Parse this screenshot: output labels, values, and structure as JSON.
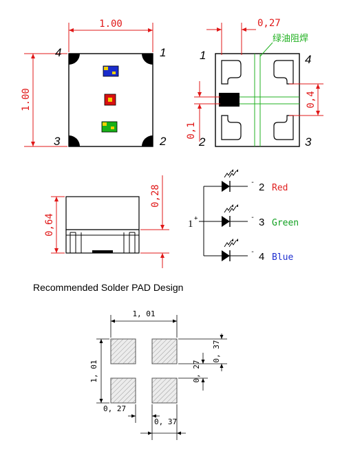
{
  "top_view": {
    "width_dim": "1.00",
    "height_dim": "1.00",
    "pin_labels": [
      "4",
      "1",
      "3",
      "2"
    ]
  },
  "bottom_view": {
    "pitch_dim": "0,27",
    "mask_label": "绿油阻焊",
    "pad_dim": "0,4",
    "gap_dim": "0,1",
    "pin_labels": [
      "1",
      "4",
      "2",
      "3"
    ]
  },
  "side_view": {
    "height_dim": "0,64",
    "top_dim": "0,28"
  },
  "schematic": {
    "common_pin": "1",
    "common_sign": "+",
    "outputs": [
      {
        "pin": "2",
        "sign": "-",
        "name": "Red",
        "color": "#e02020"
      },
      {
        "pin": "3",
        "sign": "-",
        "name": "Green",
        "color": "#10a020"
      },
      {
        "pin": "4",
        "sign": "-",
        "name": "Blue",
        "color": "#2030d0"
      }
    ]
  },
  "pad_design": {
    "title": "Recommended Solder PAD Design",
    "width_dim": "1, 01",
    "height_dim": "1, 01",
    "pad_h_dim": "0, 37",
    "gap_v_dim": "0, 27",
    "gap_h_dim": "0, 27",
    "pad_w_dim": "0, 37"
  },
  "colors": {
    "dimension": "#e01818",
    "mask": "#20b020",
    "outline": "#000000"
  }
}
